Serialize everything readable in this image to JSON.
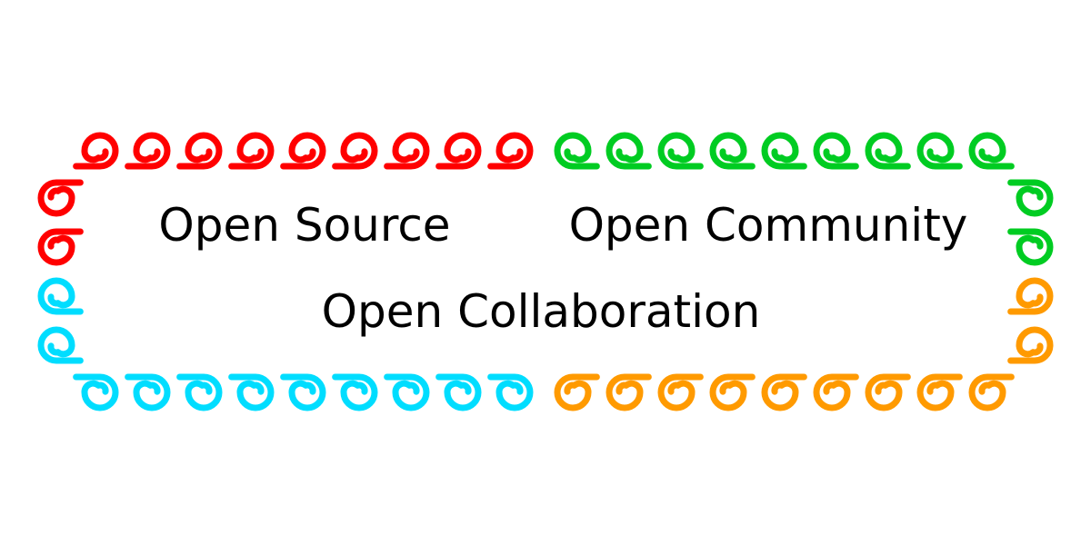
{
  "labels": {
    "source": "Open Source",
    "community": "Open Community",
    "collaboration": "Open Collaboration"
  },
  "border": {
    "top_left_color": "#ff0000",
    "top_right_color": "#00cc22",
    "bottom_left_color": "#00ddff",
    "bottom_right_color": "#ff9a00"
  }
}
